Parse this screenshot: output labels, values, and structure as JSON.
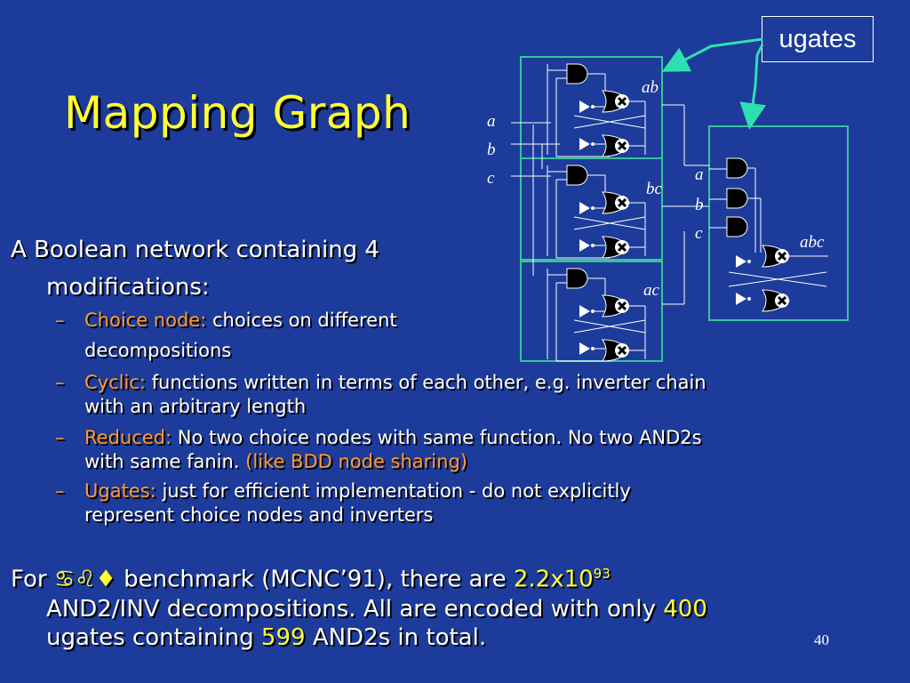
{
  "slide": {
    "title": "Mapping Graph",
    "ugates_label": "ugates",
    "page_number": "40"
  },
  "circuit": {
    "inputs": [
      "a",
      "b",
      "c"
    ],
    "module_ab_label": "ab",
    "module_bc_label": "bc",
    "module_ac_label": "ac",
    "module_abc_inputs": [
      "a",
      "b",
      "c"
    ],
    "module_abc_label": "abc",
    "colors": {
      "box": "#36c39a",
      "arrow": "#2ee0b0",
      "wire": "#ffffff",
      "gate": "#000000"
    }
  },
  "bullets": {
    "intro_line1": "A Boolean network containing 4",
    "intro_line2": "modifications:",
    "dash": "–",
    "choice_label": "Choice node:",
    "choice_text1": "choices on different",
    "choice_text2": "decompositions",
    "cyclic_label": "Cyclic:",
    "cyclic_text1": "functions written in terms of each other, e.g. inverter chain",
    "cyclic_text2": "with an arbitrary length",
    "reduced_label": "Reduced:",
    "reduced_text1": "No two choice nodes with same function. No two AND2s",
    "reduced_text2": "with same fanin.",
    "reduced_note": "(like BDD node sharing)",
    "ugates_label": "Ugates:",
    "ugates_text1": "just for efficient implementation - do not explicitly",
    "ugates_text2": "represent choice nodes and inverters"
  },
  "footer": {
    "for_word": "For",
    "benchmark_glyphs": "♋♌♦",
    "text_a": "benchmark (MCNC’91), there are",
    "count_base": "2.2x10",
    "count_exp": "93",
    "line2": "AND2/INV decompositions. All are encoded with only",
    "ugate_count": "400",
    "line3a": "ugates containing",
    "and2_count": "599",
    "line3b": "AND2s in total."
  }
}
